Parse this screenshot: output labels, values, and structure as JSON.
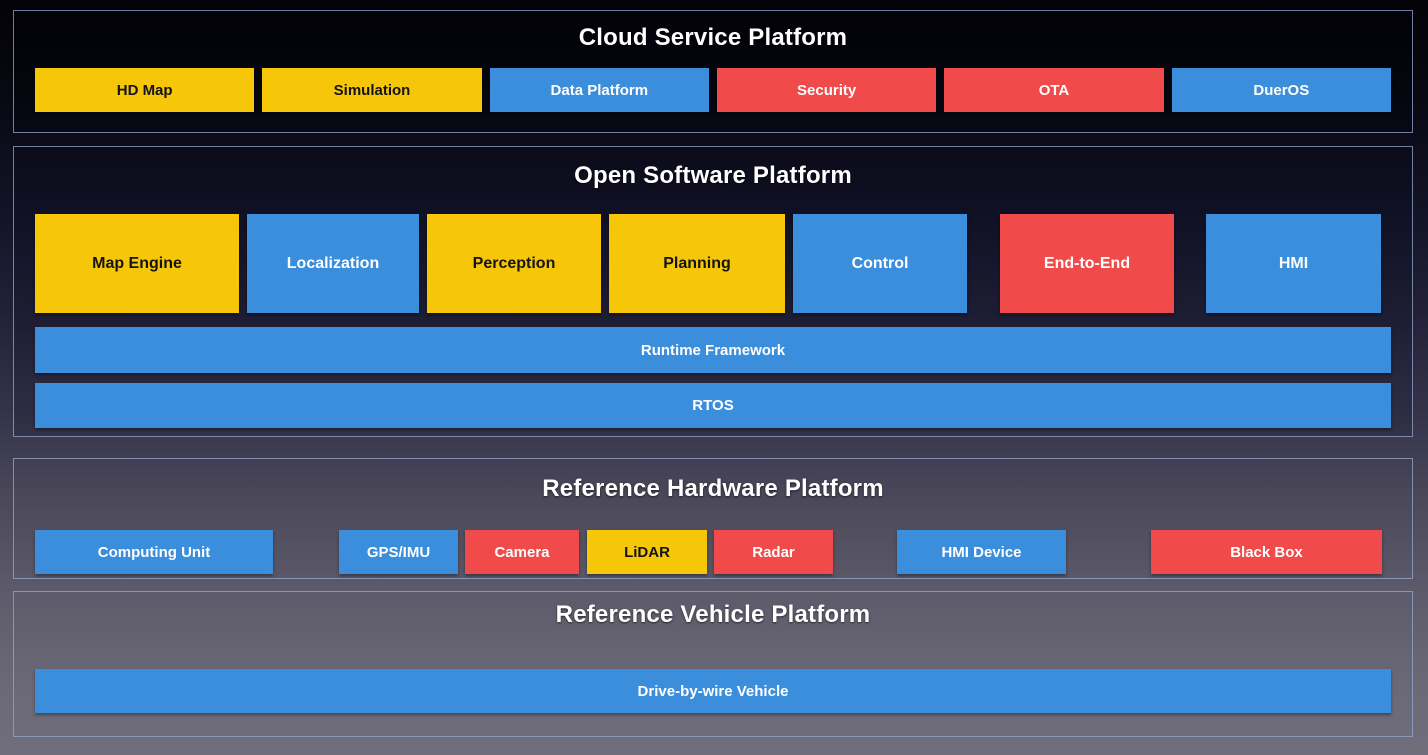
{
  "colors": {
    "yellow": "#F6C609",
    "blue": "#3A8EDB",
    "red": "#F04A4A",
    "panel_border": "#96A8D0",
    "title_text": "#FFFFFF"
  },
  "sections": [
    {
      "title": "Cloud Service Platform",
      "boxes": [
        {
          "label": "HD Map",
          "color": "yellow"
        },
        {
          "label": "Simulation",
          "color": "yellow"
        },
        {
          "label": "Data Platform",
          "color": "blue"
        },
        {
          "label": "Security",
          "color": "red"
        },
        {
          "label": "OTA",
          "color": "red"
        },
        {
          "label": "DuerOS",
          "color": "blue"
        }
      ]
    },
    {
      "title": "Open Software Platform",
      "boxes": [
        {
          "label": "Map Engine",
          "color": "yellow"
        },
        {
          "label": "Localization",
          "color": "blue"
        },
        {
          "label": "Perception",
          "color": "yellow"
        },
        {
          "label": "Planning",
          "color": "yellow"
        },
        {
          "label": "Control",
          "color": "blue"
        },
        {
          "label": "End-to-End",
          "color": "red"
        },
        {
          "label": "HMI",
          "color": "blue"
        }
      ],
      "bars": [
        {
          "label": "Runtime Framework",
          "color": "blue"
        },
        {
          "label": "RTOS",
          "color": "blue"
        }
      ]
    },
    {
      "title": "Reference Hardware Platform",
      "boxes": [
        {
          "label": "Computing Unit",
          "color": "blue"
        },
        {
          "label": "GPS/IMU",
          "color": "blue"
        },
        {
          "label": "Camera",
          "color": "red"
        },
        {
          "label": "LiDAR",
          "color": "yellow"
        },
        {
          "label": "Radar",
          "color": "red"
        },
        {
          "label": "HMI Device",
          "color": "blue"
        },
        {
          "label": "Black Box",
          "color": "red"
        }
      ]
    },
    {
      "title": "Reference Vehicle Platform",
      "bars": [
        {
          "label": "Drive-by-wire Vehicle",
          "color": "blue"
        }
      ]
    }
  ]
}
